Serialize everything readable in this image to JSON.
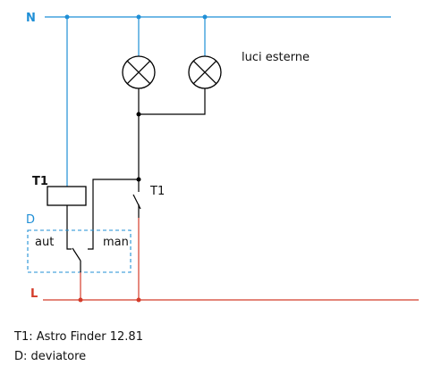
{
  "labels": {
    "neutral": "N",
    "live": "L",
    "lamps": "luci esterne",
    "relay_coil": "T1",
    "relay_contact": "T1",
    "switch_box": "D",
    "switch_aut": "aut",
    "switch_man": "man"
  },
  "legend": [
    "T1: Astro Finder 12.81",
    "D: deviatore"
  ],
  "colors": {
    "neutral_wire": "#1f8fd6",
    "live_wire": "#d43c2a",
    "wire": "#000000",
    "switch_box": "#1f8fd6"
  }
}
